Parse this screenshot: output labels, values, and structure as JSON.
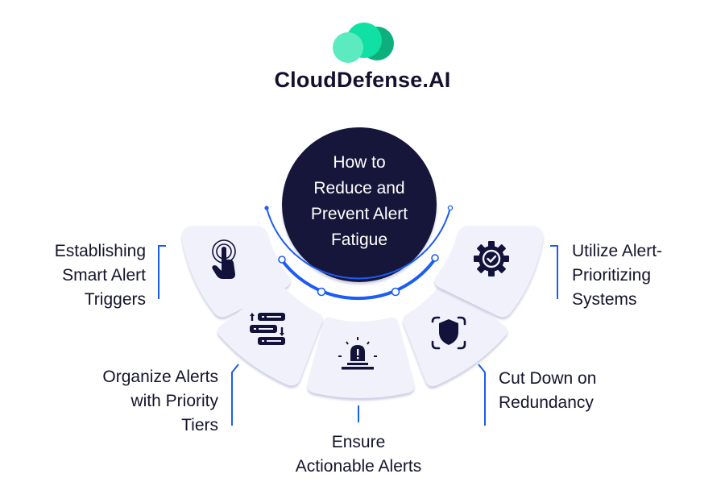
{
  "brand": {
    "name": "CloudDefense.AI",
    "logo_icon": "cloud-logo-icon",
    "colors": {
      "light": "#5cebc0",
      "mid": "#10e0a3",
      "dark": "#0db07d",
      "text": "#14102e"
    }
  },
  "center": {
    "title": "How to Reduce and Prevent Alert Fatigue",
    "lines": [
      "How to",
      "Reduce and",
      "Prevent Alert",
      "Fatigue"
    ],
    "color": "#12123a"
  },
  "accent_color": "#1a5cf5",
  "tile_color": "#f0f1fa",
  "items": [
    {
      "id": "smart-triggers",
      "icon": "touch-hand-icon",
      "lines": [
        "Establishing",
        "Smart Alert",
        "Triggers"
      ]
    },
    {
      "id": "priority-tiers",
      "icon": "sort-list-icon",
      "lines": [
        "Organize Alerts",
        "with Priority",
        "Tiers"
      ]
    },
    {
      "id": "actionable-alerts",
      "icon": "siren-alarm-icon",
      "lines": [
        "Ensure",
        "Actionable Alerts"
      ]
    },
    {
      "id": "cut-redundancy",
      "icon": "shield-scan-icon",
      "lines": [
        "Cut Down on",
        "Redundancy"
      ]
    },
    {
      "id": "prioritizing-systems",
      "icon": "gear-check-icon",
      "lines": [
        "Utilize Alert-",
        "Prioritizing",
        "Systems"
      ]
    }
  ]
}
